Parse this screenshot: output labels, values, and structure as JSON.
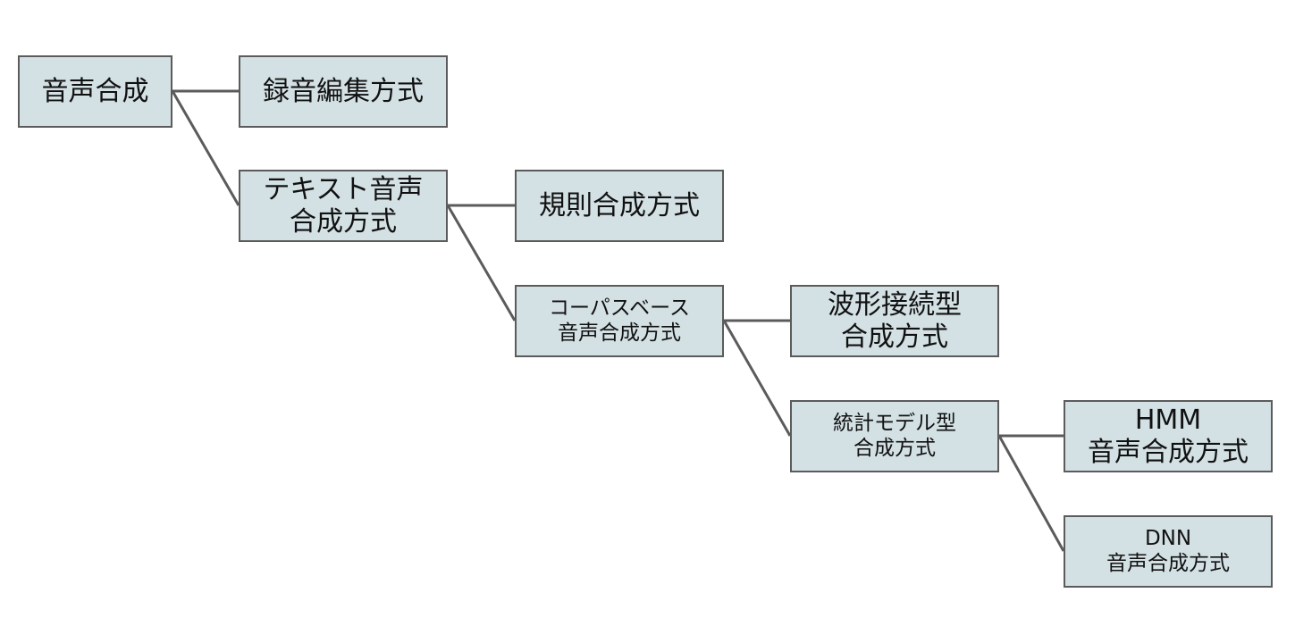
{
  "diagram": {
    "nodes": {
      "speech_synthesis": "音声合成",
      "recording_editing": "録音編集方式",
      "tts_line1": "テキスト音声",
      "tts_line2": "合成方式",
      "rule_based": "規則合成方式",
      "corpus_line1": "コーパスベース",
      "corpus_line2": "音声合成方式",
      "waveform_line1": "波形接続型",
      "waveform_line2": "合成方式",
      "statistical_line1": "統計モデル型",
      "statistical_line2": "合成方式",
      "hmm_line1": "HMM",
      "hmm_line2": "音声合成方式",
      "dnn_line1": "DNN",
      "dnn_line2": "音声合成方式"
    },
    "edges": [
      [
        "speech_synthesis",
        "recording_editing"
      ],
      [
        "speech_synthesis",
        "tts"
      ],
      [
        "tts",
        "rule_based"
      ],
      [
        "tts",
        "corpus"
      ],
      [
        "corpus",
        "waveform"
      ],
      [
        "corpus",
        "statistical"
      ],
      [
        "statistical",
        "hmm"
      ],
      [
        "statistical",
        "dnn"
      ]
    ],
    "colors": {
      "box_fill": "#d3e0e4",
      "border": "#5b5b5b",
      "line": "#5b5b5b"
    }
  }
}
